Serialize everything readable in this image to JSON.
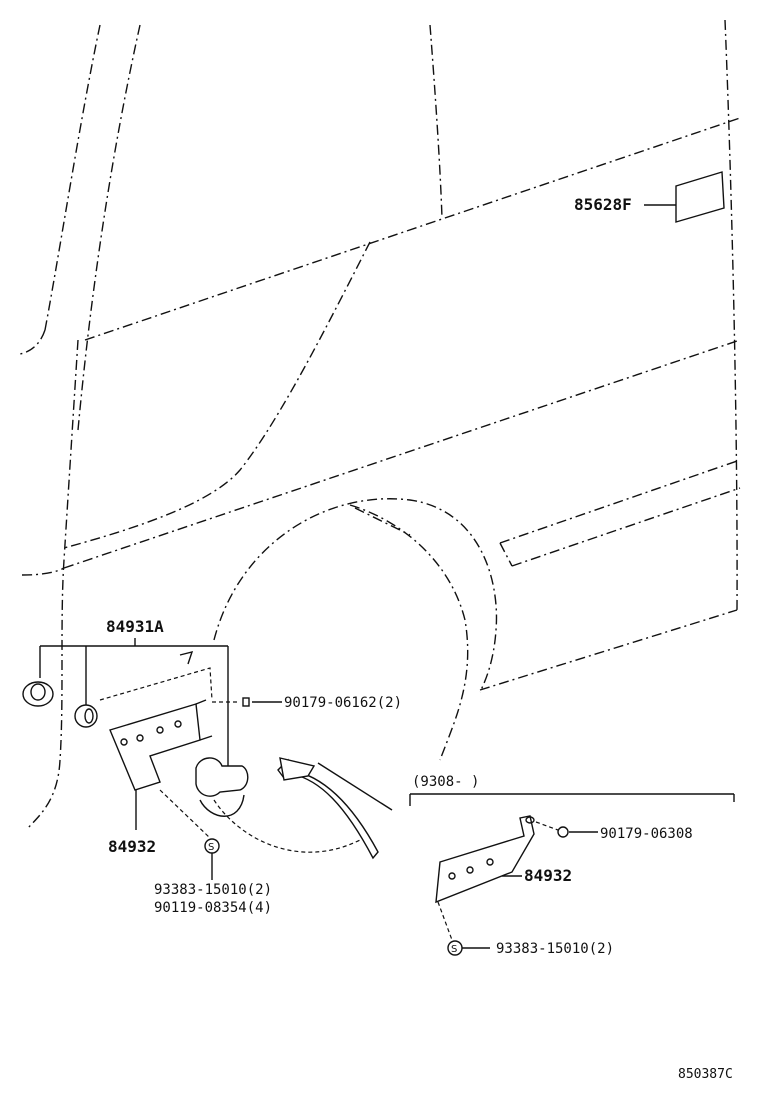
{
  "labels": {
    "p85628F": "85628F",
    "p84931A": "84931A",
    "p90179_06162": "90179-06162(2)",
    "p84932_left": "84932",
    "p93383_left": "93383-15010(2)",
    "p90119": "90119-08354(4)",
    "bracket_range": "(9308-        )",
    "p90179_06308": "90179-06308",
    "p84932_right": "84932",
    "p93383_right": "93383-15010(2)",
    "screw_symbol": "S",
    "diagram_ref": "850387C"
  }
}
